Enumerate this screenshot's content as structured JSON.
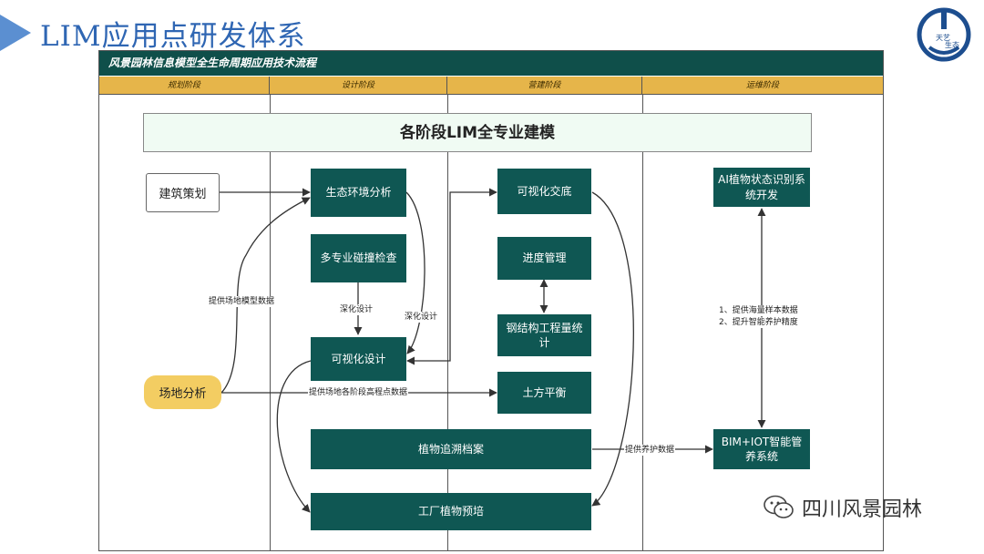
{
  "page": {
    "title": "LIM应用点研发体系"
  },
  "logo": {
    "text_top": "天艺",
    "text_bottom": "生态"
  },
  "diagram": {
    "header": "风景园林信息模型全生命周期应用技术流程",
    "phases": [
      "规划阶段",
      "设计阶段",
      "营建阶段",
      "运维阶段"
    ],
    "banner": "各阶段LIM全专业建模",
    "nodes": {
      "arch_plan": "建筑策划",
      "site_analysis": "场地分析",
      "eco_analysis": "生态环境分析",
      "clash_check": "多专业碰撞检查",
      "visual_design": "可视化设计",
      "visual_handover": "可视化交底",
      "progress_mgmt": "进度管理",
      "steel_qty": "钢结构工程量统计",
      "earthwork": "土方平衡",
      "plant_trace": "植物追溯档案",
      "factory_plant": "工厂植物预培",
      "ai_plant": "AI植物状态识别系统开发",
      "bim_iot": "BIM+IOT智能管养系统"
    },
    "labels": {
      "site_model": "提供场地模型数据",
      "deepen_1": "深化设计",
      "deepen_2": "深化设计",
      "elevation": "提供场地各阶段高程点数据",
      "maintenance": "提供养护数据",
      "sample_1": "1、提供海量样本数据",
      "sample_2": "2、提升智能养护精度"
    }
  },
  "watermark": {
    "text": "四川风景园林",
    "icon": "wechat-icon"
  },
  "colors": {
    "header": "#0f4f4a",
    "node": "#0f5753",
    "phase": "#e6b54a",
    "banner": "#f0fbf3",
    "title": "#2f66b3",
    "site_node": "#f3cd62"
  }
}
